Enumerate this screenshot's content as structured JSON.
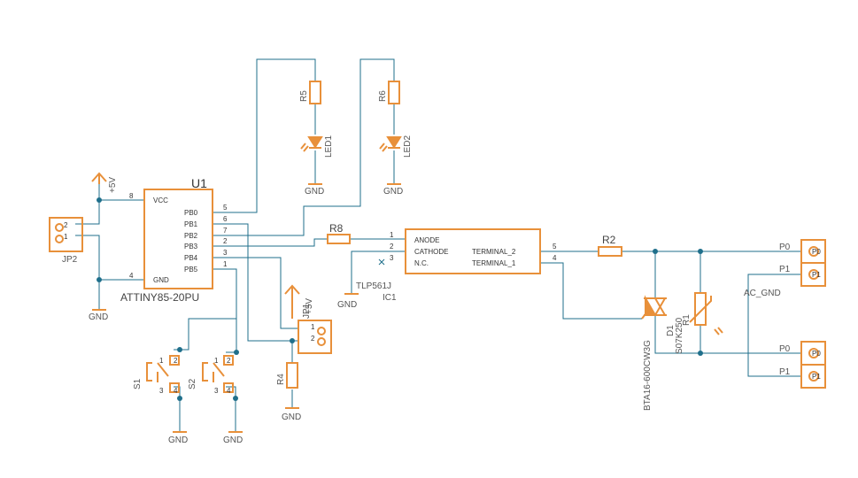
{
  "components": {
    "u1": {
      "ref": "U1",
      "part": "ATTINY85-20PU",
      "pins_left": [
        "VCC",
        "GND"
      ],
      "pins_right": [
        "PB0",
        "PB1",
        "PB2",
        "PB3",
        "PB4",
        "PB5"
      ],
      "pin_numbers_left": [
        "8",
        "4"
      ],
      "pin_numbers_right": [
        "5",
        "6",
        "7",
        "2",
        "3",
        "1"
      ]
    },
    "ic1": {
      "ref": "IC1",
      "part": "TLP561J",
      "pins_left": [
        "ANODE",
        "CATHODE",
        "N.C."
      ],
      "pins_right": [
        "TERMINAL_2",
        "TERMINAL_1"
      ],
      "pin_numbers_left": [
        "1",
        "2",
        "3"
      ],
      "pin_numbers_right": [
        "5",
        "4"
      ]
    },
    "jp2": {
      "ref": "JP2",
      "pin1": "1",
      "pin2": "2"
    },
    "jp1": {
      "ref": "JP1",
      "pin1": "1",
      "pin2": "2"
    },
    "r5": "R5",
    "r6": "R6",
    "r8": "R8",
    "r4": "R4",
    "r2": "R2",
    "r1": "R1",
    "r1_part": "S07K250",
    "led1": "LED1",
    "led2": "LED2",
    "s1": "S1",
    "s2": "S2",
    "d1": "D1",
    "d1_part": "BTA16-600CW3G",
    "s1_pins": [
      "1",
      "2",
      "3",
      "4"
    ],
    "s2_pins": [
      "1",
      "2",
      "3",
      "4"
    ],
    "x1_pins": [
      "P0",
      "P1"
    ],
    "x2_pins": [
      "P0",
      "P1"
    ],
    "terminal_pin_1": "1",
    "terminal_pin_2": "2"
  },
  "net_labels": {
    "vcc": "+5V",
    "gnd": "GND",
    "ac_gnd": "AC_GND",
    "p0": "P0",
    "p1": "P1"
  },
  "colors": {
    "part": "#e8903a",
    "wire": "#1f6f8b",
    "text": "#555555"
  }
}
